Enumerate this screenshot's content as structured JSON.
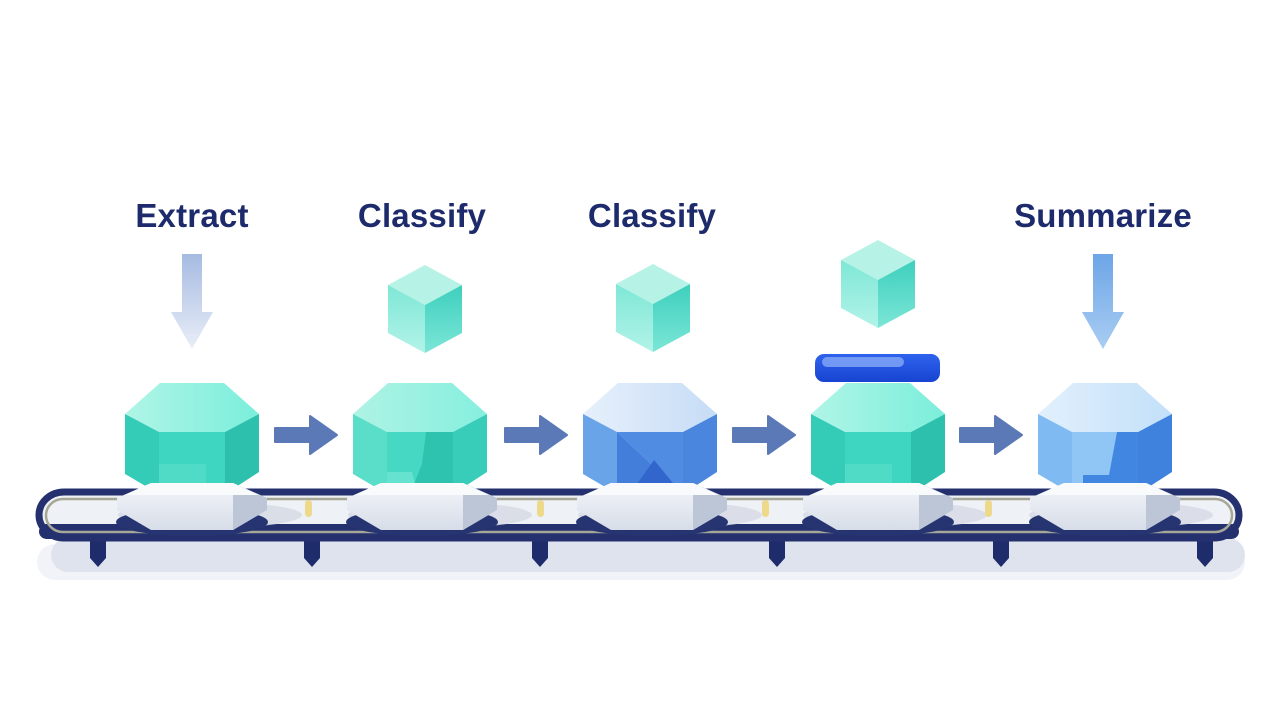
{
  "diagram": {
    "stations": [
      {
        "label": "Extract",
        "indicator": "down-arrow-icon",
        "gem": "teal-gem"
      },
      {
        "label": "Classify",
        "indicator": "cube-icon",
        "gem": "teal-faceted-gem"
      },
      {
        "label": "Classify",
        "indicator": "cube-icon",
        "gem": "blue-faceted-gem"
      },
      {
        "label": "",
        "indicator": "cube-with-scan-bar-icon",
        "gem": "teal-gem"
      },
      {
        "label": "Summarize",
        "indicator": "down-arrow-icon",
        "gem": "light-blue-gem"
      }
    ],
    "flow_arrows": 4,
    "belt_legs": 6
  },
  "colors": {
    "background": "#ffffff",
    "label_text": "#1d2a6b",
    "flow_arrow": "#5b79b7",
    "down_arrow_light": "#a6bae1",
    "down_arrow_blue": "#6da5e7",
    "teal_gem": "#3fd6c1",
    "teal_gem_top": "#7beedb",
    "blue_gem": "#4a86dd",
    "light_blue_gem": "#90c6f6",
    "cube_teal": "#7ee7d6",
    "scan_bar_blue": "#1d52e8",
    "pedestal": "#e9ecf3",
    "pedestal_ring": "#263572",
    "belt_surface": "#eef1f6",
    "belt_border": "#25316f",
    "belt_inner_line": "#a6a797",
    "belt_leg": "#1f2c6b",
    "tick_yellow": "#eed98a",
    "floor_shadow": "#dde2ed"
  }
}
